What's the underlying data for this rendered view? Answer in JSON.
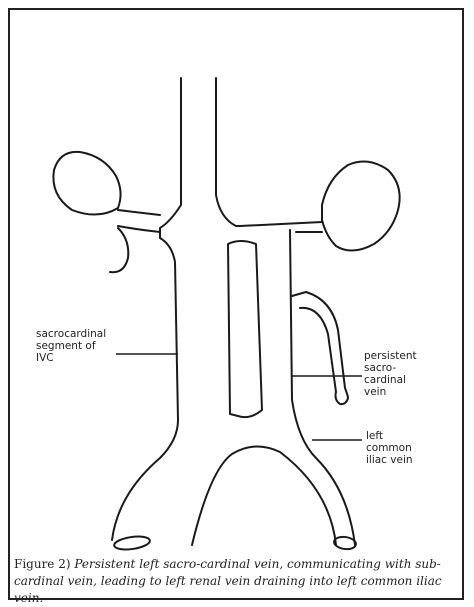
{
  "labels": {
    "sacrocardinal_segment": "sacrocardinal\nsegment of\nIVC",
    "persistent_vein": "persistent\nsacro-\ncardinal\nvein",
    "left_common_iliac": "left\ncommon\niliac vein"
  },
  "caption": {
    "lead": "Figure 2)",
    "text": "Persistent left sacro-cardinal vein, communicating with sub-cardinal vein, leading to left renal vein draining into left common iliac vein."
  }
}
